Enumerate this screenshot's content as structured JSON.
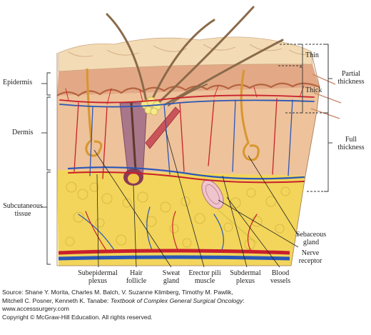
{
  "layers": {
    "epidermis": "Epidermis",
    "dermis": "Dermis",
    "subcutaneous": "Subcutaneous\ntissue"
  },
  "graft": {
    "thin": "Thin",
    "thick": "Thick",
    "partial": "Partial\nthickness",
    "full": "Full\nthickness"
  },
  "structures": {
    "sebaceous_gland": "Sebaceous\ngland",
    "nerve_receptor": "Nerve\nreceptor",
    "subepidermal_plexus": "Subepidermal\nplexus",
    "hair_follicle": "Hair\nfollicle",
    "sweat_gland": "Sweat\ngland",
    "erector_pili_muscle": "Erector pili\nmuscle",
    "subdermal_plexus": "Subdermal\nplexus",
    "blood_vessels": "Blood\nvessels"
  },
  "source": {
    "line1": "Source: Shane Y. Morita, Charles M. Balch, V. Suzanne Klimberg, Timothy M. Pawlik,",
    "line2_prefix": "Mitchell C. Posner, Kenneth K. Tanabe: ",
    "line2_title": "Textbook of Complex General Surgical Oncology",
    "line2_suffix": ":",
    "line3": "www.accesssurgery.com",
    "line4": "Copyright © McGraw-Hill Education. All rights reserved."
  }
}
